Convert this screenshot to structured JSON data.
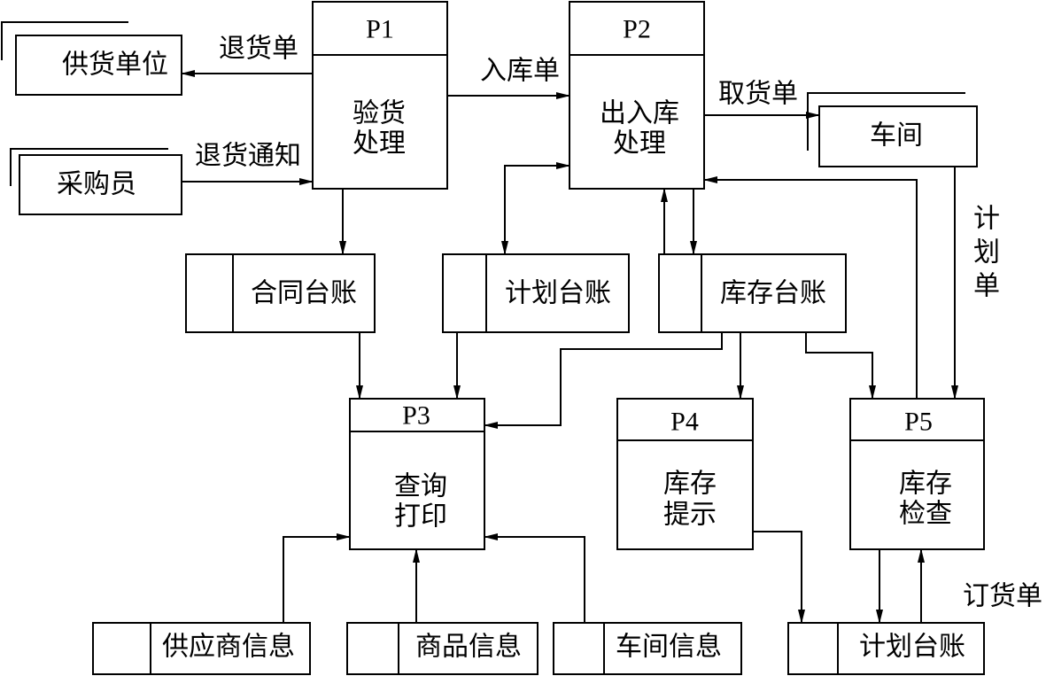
{
  "external_entities": {
    "supplier": "供货单位",
    "purchaser": "采购员",
    "workshop": "车间"
  },
  "processes": {
    "p1": {
      "id": "P1",
      "lines": [
        "验货",
        "处理"
      ]
    },
    "p2": {
      "id": "P2",
      "lines": [
        "出入库",
        "处理"
      ]
    },
    "p3": {
      "id": "P3",
      "lines": [
        "查询",
        "打印"
      ]
    },
    "p4": {
      "id": "P4",
      "lines": [
        "库存",
        "提示"
      ]
    },
    "p5": {
      "id": "P5",
      "lines": [
        "库存",
        "检查"
      ]
    }
  },
  "data_stores": {
    "contract_ledger": "合同台账",
    "plan_ledger_top": "计划台账",
    "inventory_ledger": "库存台账",
    "supplier_info": "供应商信息",
    "goods_info": "商品信息",
    "workshop_info": "车间信息",
    "plan_ledger_bottom": "计划台账"
  },
  "flows": {
    "return_slip": "退货单",
    "return_notice": "退货通知",
    "stock_in_slip": "入库单",
    "pickup_slip": "取货单",
    "plan_slip": "计划单",
    "order_slip": "订货单"
  }
}
